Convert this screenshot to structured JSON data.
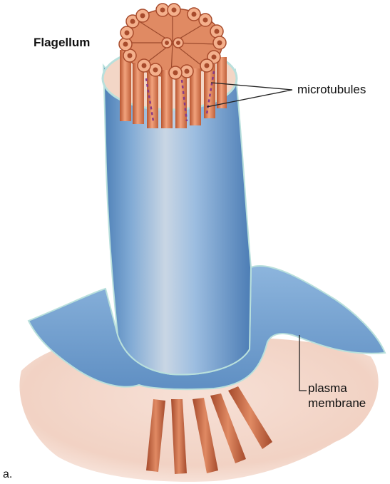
{
  "title": "Flagellum",
  "labels": {
    "microtubules": "microtubules",
    "plasma_line1": "plasma",
    "plasma_line2": "membrane"
  },
  "panel_letter": "a.",
  "colors": {
    "membrane_blue": "#7fa9d4",
    "membrane_edge": "#b9e0dc",
    "cytoplasm": "#f2d2c4",
    "microtubule": "#d9744a",
    "spoke_purple": "#8a3a86",
    "leader_line": "#222222"
  },
  "icons": [
    "flagellum-illustration"
  ]
}
